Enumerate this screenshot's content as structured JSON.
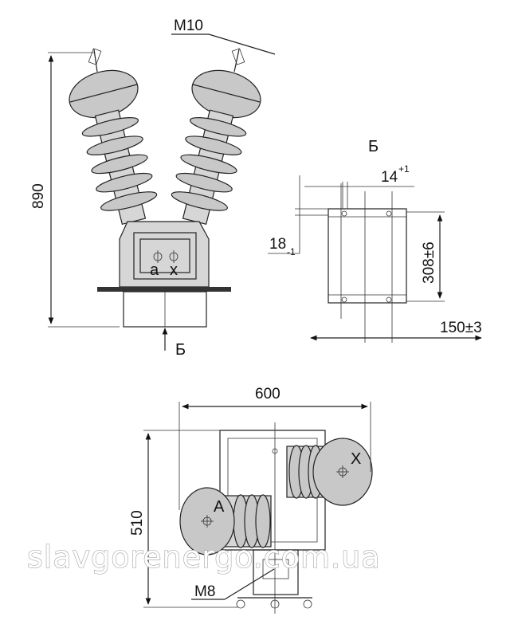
{
  "front_view": {
    "thread_label": "M10",
    "height_dim": "890",
    "terminal_a": "a",
    "terminal_x": "x",
    "section_mark": "Б"
  },
  "section_view": {
    "title": "Б",
    "slot_width_dim": "14",
    "slot_width_tol": "+1",
    "slot_depth_dim": "18",
    "slot_depth_tol": "-1",
    "height_dim": "308±6",
    "width_dim": "150±3"
  },
  "top_view": {
    "width_dim": "600",
    "height_dim": "510",
    "terminal_a": "A",
    "terminal_x": "X",
    "bolt_label": "M8"
  },
  "watermark": "slavgorenergo.com.ua"
}
